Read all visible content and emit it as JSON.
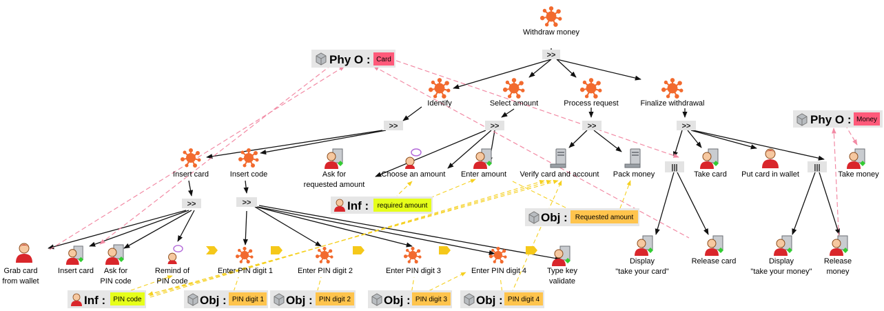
{
  "tasks": {
    "withdraw_money": "Withdraw money",
    "identify": "Identify",
    "select_amount": "Select amount",
    "process_request": "Process request",
    "finalize_withdrawal": "Finalize withdrawal",
    "insert_card_group": "Insert card",
    "insert_code": "Insert code",
    "ask_requested_amount": [
      "Ask for",
      "requested amount"
    ],
    "choose_amount": "Choose an amount",
    "enter_amount": "Enter amount",
    "verify_card": "Verify card and account",
    "pack_money": "Pack money",
    "take_card": "Take card",
    "put_card_wallet": "Put card in wallet",
    "take_money": "Take money",
    "grab_card": [
      "Grab card",
      "from wallet"
    ],
    "insert_card_leaf": "Insert card",
    "ask_pin": [
      "Ask for",
      "PIN code"
    ],
    "remind_pin": [
      "Remind of",
      "PIN code"
    ],
    "enter_pin_1": "Enter PIN digit 1",
    "enter_pin_2": "Enter PIN digit 2",
    "enter_pin_3": "Enter PIN digit 3",
    "enter_pin_4": "Enter PIN digit 4",
    "type_key_validate": [
      "Type key",
      "validate"
    ],
    "display_take_card": [
      "Display",
      "\"take your card\""
    ],
    "release_card": "Release card",
    "display_take_money": [
      "Display",
      "\"take your money\""
    ],
    "release_money": [
      "Release",
      "money"
    ]
  },
  "operators": {
    "sequential": ">>",
    "parallel": "|||"
  },
  "objects": {
    "phy_card": {
      "kind": "Phy O :",
      "value": "Card"
    },
    "phy_money": {
      "kind": "Phy O :",
      "value": "Money"
    },
    "inf_required_amount": {
      "kind": "Inf :",
      "value": "required amount"
    },
    "inf_pin_code": {
      "kind": "Inf :",
      "value": "PIN code"
    },
    "obj_requested_amount": {
      "kind": "Obj :",
      "value": "Requested amount"
    },
    "obj_pin1": {
      "kind": "Obj :",
      "value": "PIN digit 1"
    },
    "obj_pin2": {
      "kind": "Obj :",
      "value": "PIN digit 2"
    },
    "obj_pin3": {
      "kind": "Obj :",
      "value": "PIN digit 3"
    },
    "obj_pin4": {
      "kind": "Obj :",
      "value": "PIN digit 4"
    }
  },
  "colors": {
    "phy_tag": "#ff5a7a",
    "inf_tag": "#e6ff1a",
    "obj_tag": "#ffc44d",
    "pink_link": "#f28aa4",
    "yellow_link": "#f5d020",
    "abstract_task": "#f26a2e",
    "user_task": "#d9262b",
    "system_task": "#9aa0a6"
  },
  "icons": {
    "abstract": "splat-icon",
    "user": "user-icon",
    "interactive": "user-computer-icon",
    "system": "computer-icon",
    "cognitive": "thinking-user-icon",
    "physical_object": "cube-icon",
    "information": "user-bust-icon",
    "object": "cube-icon"
  }
}
